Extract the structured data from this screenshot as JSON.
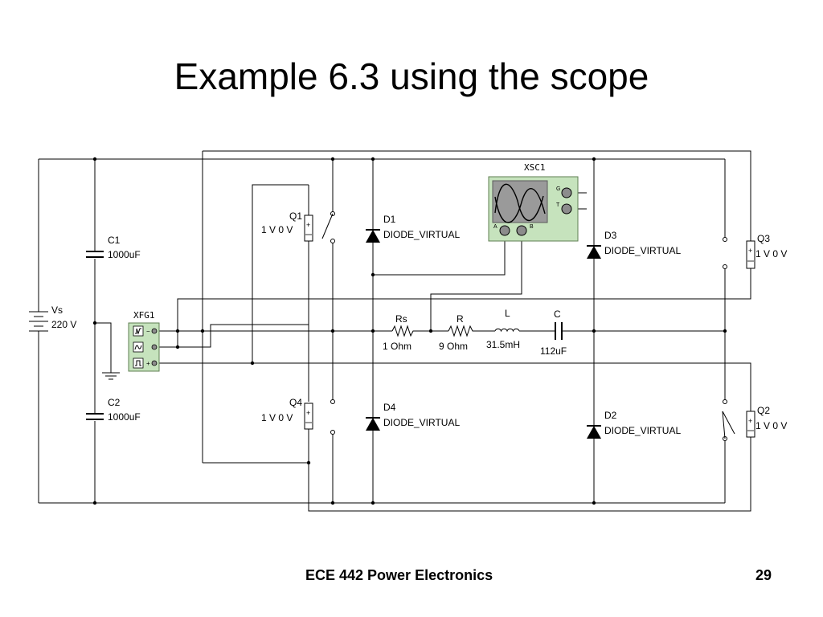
{
  "slide": {
    "title": "Example 6.3 using the scope",
    "footer": "ECE 442 Power Electronics",
    "page_number": "29"
  },
  "circuit": {
    "source": {
      "name": "Vs",
      "value": "220 V"
    },
    "capacitors": [
      {
        "name": "C1",
        "value": "1000uF"
      },
      {
        "name": "C2",
        "value": "1000uF"
      }
    ],
    "function_generator": {
      "name": "XFG1"
    },
    "oscilloscope": {
      "name": "XSC1",
      "terminals": [
        "G",
        "T",
        "A",
        "B"
      ]
    },
    "switches": [
      {
        "name": "Q1",
        "value": "1 V 0 V"
      },
      {
        "name": "Q2",
        "value": "1 V 0 V"
      },
      {
        "name": "Q3",
        "value": "1 V 0 V"
      },
      {
        "name": "Q4",
        "value": "1 V 0 V"
      }
    ],
    "diodes": [
      {
        "name": "D1",
        "type": "DIODE_VIRTUAL"
      },
      {
        "name": "D2",
        "type": "DIODE_VIRTUAL"
      },
      {
        "name": "D3",
        "type": "DIODE_VIRTUAL"
      },
      {
        "name": "D4",
        "type": "DIODE_VIRTUAL"
      }
    ],
    "load": [
      {
        "name": "Rs",
        "value": "1 Ohm"
      },
      {
        "name": "R",
        "value": "9 Ohm"
      },
      {
        "name": "L",
        "value": "31.5mH"
      },
      {
        "name": "C",
        "value": "112uF"
      }
    ],
    "colors": {
      "instrument_body": "#c6e3bd",
      "instrument_border": "#5f7f52",
      "screen": "#9a9a9a",
      "terminal": "#8c8c8c"
    }
  }
}
